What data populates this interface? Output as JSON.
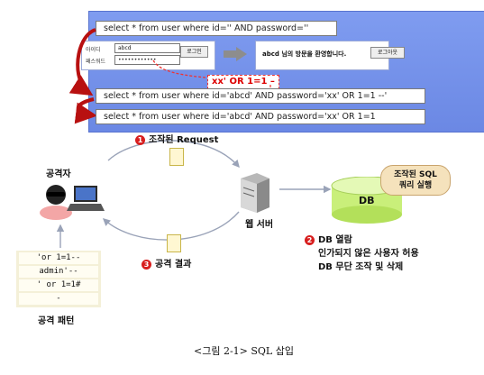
{
  "panel": {
    "sql_original": "select * from user where id='' AND password=''",
    "login": {
      "id_label": "아이디",
      "pw_label": "패스워드",
      "id_value": "abcd",
      "pw_value": "••••••••••••",
      "login_button": "로그인",
      "welcome_text": "abcd 님의 방문을 환영합니다.",
      "logout_button": "로그아웃"
    },
    "injection_text": "xx'   OR 1=1 –",
    "sql_injected_1": "select * from user where id='abcd' AND password='xx' OR 1=1 --'",
    "sql_injected_2": "select * from user where id='abcd' AND password='xx' OR 1=1"
  },
  "steps": {
    "step1_num": "1",
    "step1_label": "조작된 Request",
    "step2_num": "2",
    "step2_lines": [
      "DB 열람",
      "인가되지 않은 사용자 허용",
      "DB 무단 조작 및 삭제"
    ],
    "step3_num": "3",
    "step3_label": "공격 결과"
  },
  "nodes": {
    "attacker": "공격자",
    "web_server": "웹 서버",
    "db": "DB",
    "db_bubble": [
      "조작된 SQL",
      "쿼리 실행"
    ]
  },
  "patterns": {
    "title": "공격 패턴",
    "lines": [
      "'or 1=1--",
      "admin'--",
      "' or 1=1#",
      "-"
    ]
  },
  "caption": "<그림 2-1> SQL 삽입"
}
